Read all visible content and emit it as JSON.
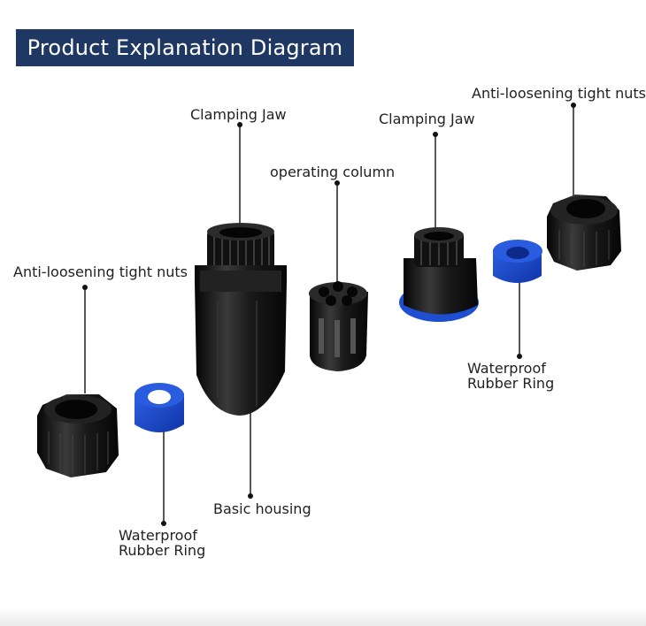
{
  "title": "Product Explanation Diagram",
  "labels": {
    "clamping_jaw_left": "Clamping Jaw",
    "clamping_jaw_right": "Clamping Jaw",
    "operating_column": "operating column",
    "anti_nut_left": "Anti-loosening tight nuts",
    "anti_nut_right": "Anti-loosening tight nuts",
    "basic_housing": "Basic housing",
    "ring_left_1": "Waterproof",
    "ring_left_2": "Rubber Ring",
    "ring_right_1": "Waterproof",
    "ring_right_2": "Rubber Ring"
  },
  "colors": {
    "title_bg": "#1f3763",
    "part_black": "#1a1a1a",
    "ring_blue": "#1e4fd0",
    "leader": "#111111"
  }
}
